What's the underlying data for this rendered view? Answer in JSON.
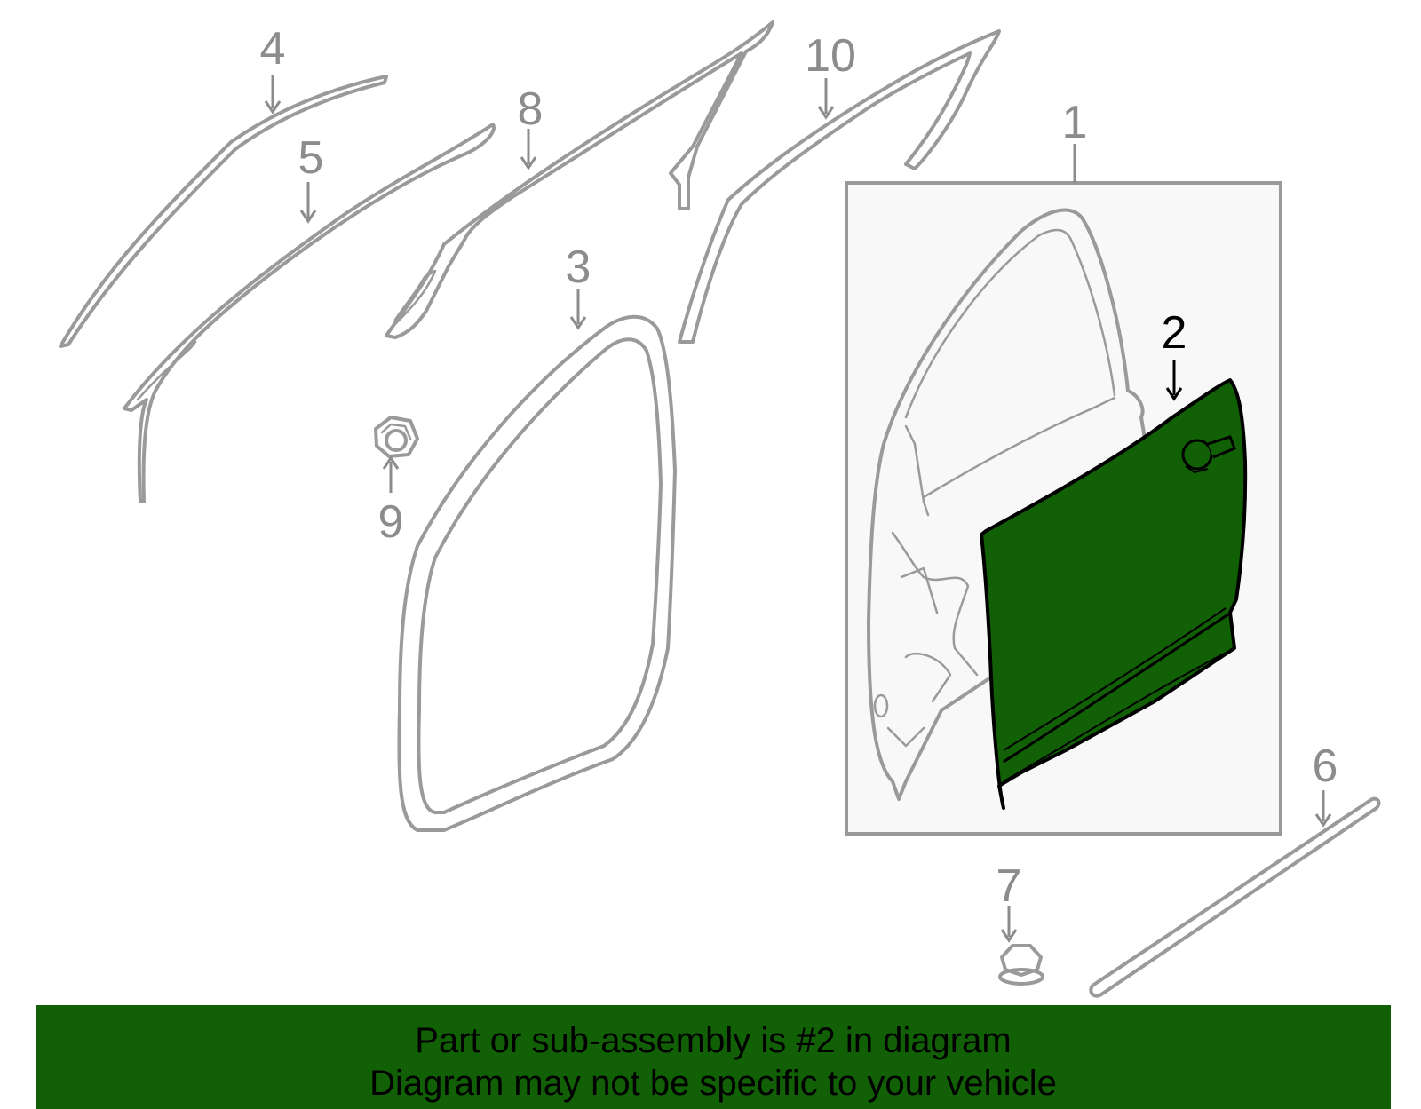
{
  "callouts": {
    "c1": "1",
    "c2": "2",
    "c3": "3",
    "c4": "4",
    "c5": "5",
    "c6": "6",
    "c7": "7",
    "c8": "8",
    "c9": "9",
    "c10": "10"
  },
  "highlight": {
    "part": "2",
    "color": "#116005"
  },
  "notice": {
    "line1": "Part or sub-assembly is #2 in diagram",
    "line2": "Diagram may not be specific to your vehicle"
  }
}
